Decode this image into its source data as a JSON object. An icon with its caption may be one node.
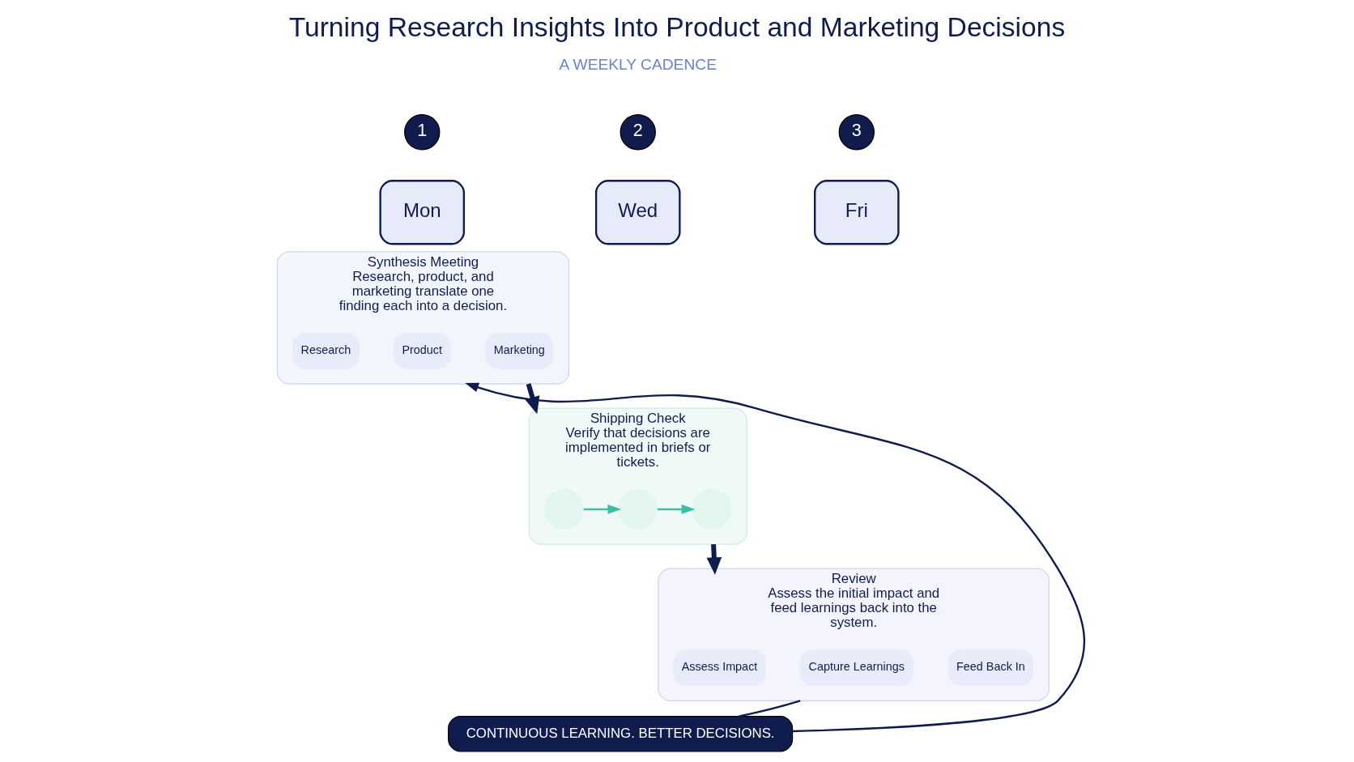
{
  "diagram": {
    "title": "Turning Research Insights Into Product and Marketing Decisions",
    "nodes": [
      {
        "text": [
          "1"
        ]
      },
      {
        "text": [
          "Mon"
        ]
      },
      {
        "text": [
          "Synthesis Meeting",
          "Research, product, and marketing translate one finding each into a decision."
        ]
      },
      {
        "text": [
          "Research"
        ],
        "in": 2
      },
      {
        "text": [
          "Product"
        ],
        "in": 2
      },
      {
        "text": [
          "Marketing"
        ],
        "in": 2
      },
      {
        "text": [
          "2"
        ]
      },
      {
        "text": [
          "Wed"
        ]
      },
      {
        "text": [
          "Shipping Check",
          "Verify that decisions are implemented in briefs or tickets."
        ]
      },
      {
        "text": [],
        "shape": "circle",
        "in": 8
      },
      {
        "text": [],
        "shape": "circle",
        "in": 8
      },
      {
        "text": [],
        "shape": "circle",
        "in": 8
      },
      {
        "text": [
          "3"
        ]
      },
      {
        "text": [
          "Fri"
        ]
      },
      {
        "text": [
          "Review",
          "Assess the initial impact and feed learnings back into the system."
        ]
      },
      {
        "text": [
          "Assess Impact"
        ],
        "in": 14
      },
      {
        "text": [
          "Capture Learnings"
        ],
        "in": 14
      },
      {
        "text": [
          "Feed Back In"
        ],
        "in": 14
      },
      {
        "text": [
          "CONTINUOUS LEARNING. BETTER DECISIONS."
        ]
      }
    ],
    "edges": [
      {
        "from": 9,
        "to": 10,
        "arrow": "to",
        "color": "#3bbfa6"
      },
      {
        "from": 10,
        "to": 11,
        "arrow": "to",
        "color": "#3bbfa6"
      },
      {
        "from": 2,
        "to": 8,
        "arrow": "to",
        "style": "thick"
      },
      {
        "from": 8,
        "to": 14,
        "arrow": "to",
        "style": "thick"
      },
      {
        "from": 14,
        "to": 18,
        "arrow": "none"
      },
      {
        "from": 18,
        "to": 2,
        "arrow": "to"
      }
    ],
    "labels": [
      "A WEEKLY CADENCE"
    ]
  }
}
